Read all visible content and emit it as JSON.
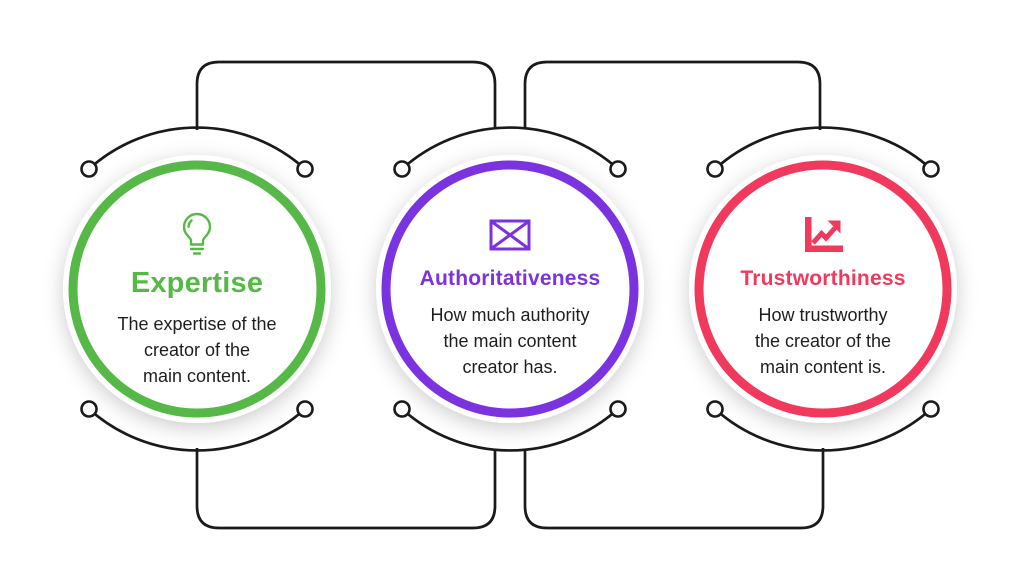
{
  "diagram": {
    "line_color": "#1a1a1a",
    "text_color": "#1e1e1e",
    "background_color": "#ffffff",
    "cards": [
      {
        "id": "expertise",
        "icon": "lightbulb-icon",
        "title": "Expertise",
        "description": "The expertise of the\ncreator of the\nmain content.",
        "accent_color": "#56b947"
      },
      {
        "id": "authoritativeness",
        "icon": "envelope-icon",
        "title": "Authoritativeness",
        "description": "How much authority\nthe main content\ncreator has.",
        "accent_color": "#7b33e0"
      },
      {
        "id": "trustworthiness",
        "icon": "chart-up-icon",
        "title": "Trustworthiness",
        "description": "How trustworthy\nthe creator of the\nmain content is.",
        "accent_color": "#f0395d"
      }
    ]
  }
}
